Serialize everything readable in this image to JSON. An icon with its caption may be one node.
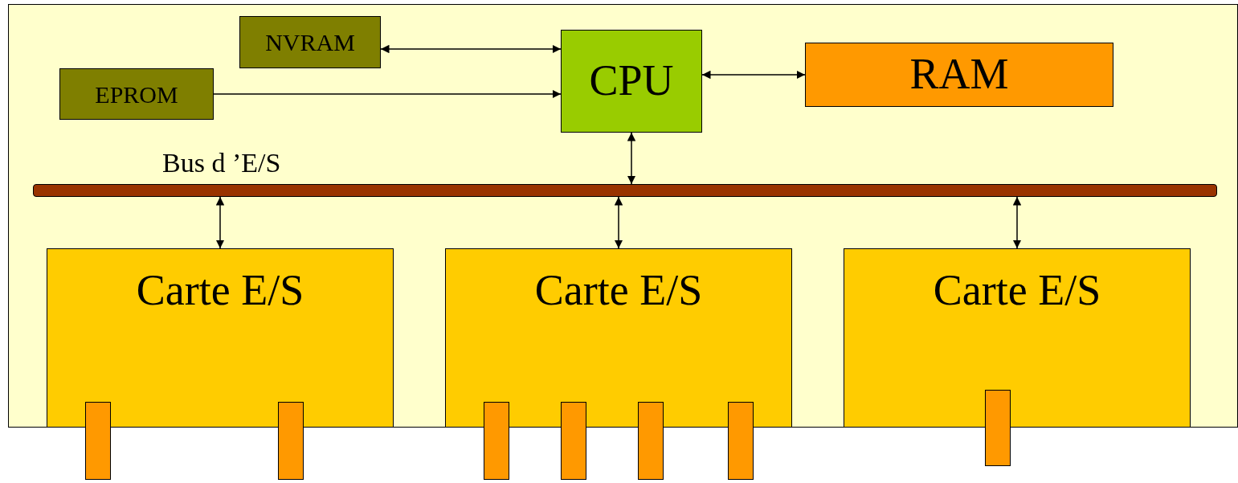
{
  "diagram": {
    "nodes": [
      {
        "text": [],
        "shape": "box"
      },
      {
        "text": [
          "NVRAM"
        ],
        "in": 0
      },
      {
        "text": [
          "EPROM"
        ],
        "in": 0
      },
      {
        "text": [
          "CPU"
        ],
        "in": 0
      },
      {
        "text": [
          "RAM"
        ],
        "in": 0
      },
      {
        "text": [],
        "shape": "bar",
        "in": 0,
        "beside": [
          "Bus d ’E/S"
        ]
      },
      {
        "text": [
          "Carte E/S"
        ],
        "in": 0
      },
      {
        "text": [
          "Carte E/S"
        ],
        "in": 0
      },
      {
        "text": [
          "Carte E/S"
        ],
        "in": 0
      },
      {
        "text": [],
        "shape": "box"
      },
      {
        "text": [],
        "shape": "box"
      },
      {
        "text": [],
        "shape": "box"
      },
      {
        "text": [],
        "shape": "box"
      },
      {
        "text": [],
        "shape": "box"
      },
      {
        "text": [],
        "shape": "box"
      },
      {
        "text": [],
        "shape": "box"
      }
    ],
    "edges": [
      {
        "from": 1,
        "to": 3,
        "arrow": "both"
      },
      {
        "from": 2,
        "to": 3,
        "arrow": "to"
      },
      {
        "from": 3,
        "to": 4,
        "arrow": "both"
      },
      {
        "from": 3,
        "to": 5,
        "arrow": "both"
      },
      {
        "from": 5,
        "to": 6,
        "arrow": "both"
      },
      {
        "from": 5,
        "to": 7,
        "arrow": "both"
      },
      {
        "from": 5,
        "to": 8,
        "arrow": "both"
      }
    ]
  }
}
